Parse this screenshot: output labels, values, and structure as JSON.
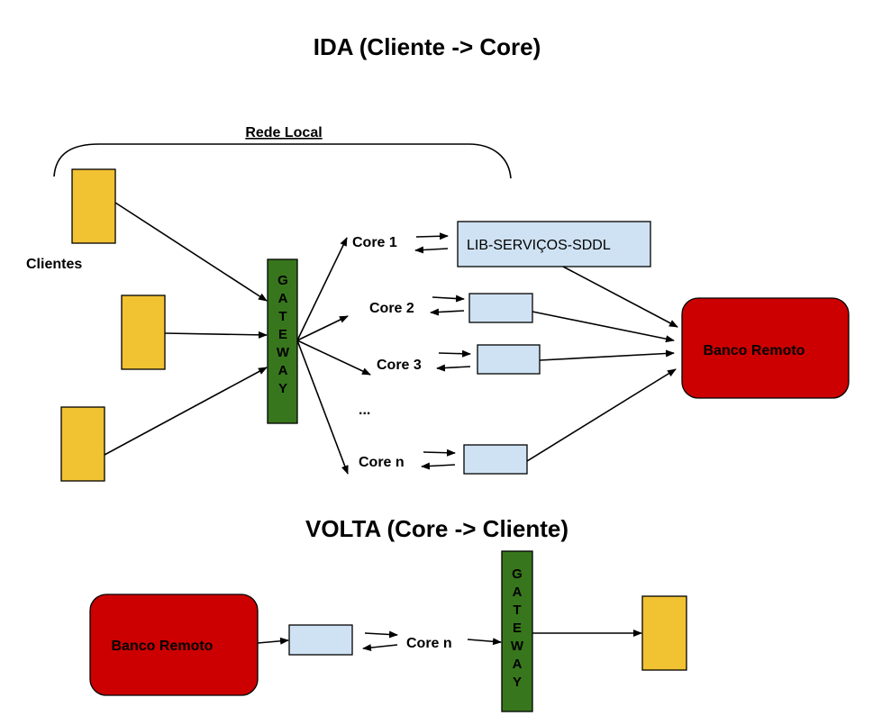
{
  "ida": {
    "title": "IDA (Cliente -> Core)",
    "network_label": "Rede Local",
    "clients_label": "Clientes",
    "gateway_letters": [
      "G",
      "A",
      "T",
      "E",
      "W",
      "A",
      "Y"
    ],
    "cores": [
      "Core 1",
      "Core 2",
      "Core 3",
      "...",
      "Core n"
    ],
    "lib_label": "LIB-SERVIÇOS-SDDL",
    "db_label": "Banco Remoto"
  },
  "volta": {
    "title": "VOLTA (Core -> Cliente)",
    "db_label": "Banco Remoto",
    "core_label": "Core n",
    "gateway_letters": [
      "G",
      "A",
      "T",
      "E",
      "W",
      "A",
      "Y"
    ]
  },
  "colors": {
    "client": "#f1c232",
    "gateway": "#38761d",
    "core": "#cfe2f3",
    "database": "#cc0000"
  }
}
